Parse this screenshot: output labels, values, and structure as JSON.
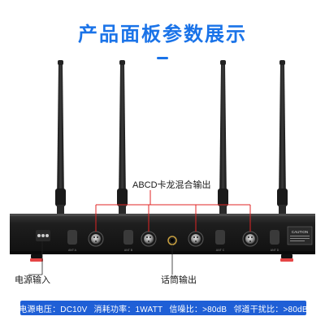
{
  "heading": {
    "title": "产品面板参数展示",
    "accent_color": "#1a73e8"
  },
  "callouts": {
    "abcd_output": "ABCD卡龙混合输出",
    "power_input": "电源输入",
    "mic_output": "话筒输出",
    "line_color": "#e02424"
  },
  "device": {
    "body_color": "#1c1c1c",
    "caution_label": "CAUTION",
    "input_labels": [
      "ANT A",
      "ANT B",
      "ANT C",
      "ANT D"
    ]
  },
  "specs": {
    "bar_color": "#1f5fd6",
    "items": [
      "电源电压：DC10V",
      "消耗功率：1WATT",
      "信噪比：>80dB",
      "邻道干扰比：>80dB"
    ]
  }
}
